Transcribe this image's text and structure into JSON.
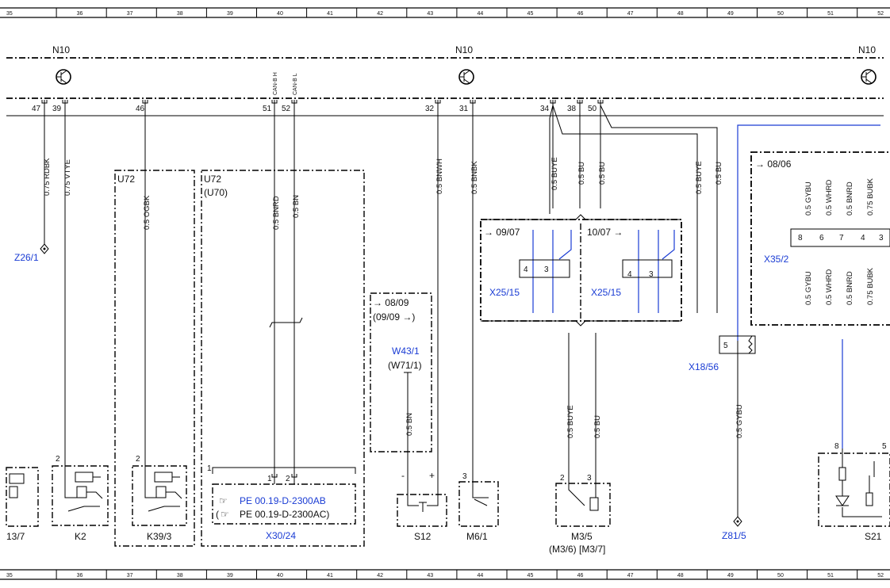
{
  "grid": {
    "columns": [
      "35",
      "36",
      "37",
      "38",
      "39",
      "40",
      "41",
      "42",
      "43",
      "44",
      "45",
      "46",
      "47",
      "48",
      "49",
      "50",
      "51",
      "52"
    ]
  },
  "n10": {
    "label": "N10"
  },
  "pins": {
    "p47": "47",
    "p39": "39",
    "p46": "46",
    "p51": "51",
    "p52": "52",
    "p32": "32",
    "p31": "31",
    "p34": "34",
    "p38": "38",
    "p50": "50",
    "can_h": "CAN-B H",
    "can_l": "CAN-B L"
  },
  "wires": {
    "rdbk": "0.75 RDBK",
    "vtye": "0.75 VTYE",
    "ogbk": "0.5 OGBK",
    "bnrd": "0.5 BNRD",
    "bn": "0.5 BN",
    "bnwh": "0.5 BNWH",
    "bnbk": "0.5 BNBK",
    "buye1": "0.5 BUYE",
    "bu1": "0.5 BU",
    "bu2": "0.5 BU",
    "buye2": "0.5 BUYE",
    "bu3": "0.5 BU",
    "gybu": "0.5 GYBU",
    "whrd": "0.5 WHRD",
    "bnrd2": "0.5 BNRD",
    "bubk": "0.75 BUBK",
    "gybu_b": "0.5 GYBU",
    "whrd_b": "0.5 WHRD",
    "bnrd_b": "0.5 BNRD",
    "bubk_b": "0.75 BUBK",
    "bn_w43": "0.5 BN",
    "buye_m3": "0.5 BUYE",
    "bu_m3": "0.5 BU",
    "gybu_z81": "0.5 GYBU"
  },
  "boxes": {
    "u72_a": "U72",
    "u72_b": "U72",
    "u70": "(U70)",
    "ref_0809": "→ 08/09",
    "ref_0909": "(09/09  →)",
    "ref_0907": "→ 09/07",
    "ref_1007": "10/07  →",
    "ref_0806": "→ 08/06"
  },
  "links": {
    "z26_1": "Z26/1",
    "x25_15_a": "X25/15",
    "x25_15_b": "X25/15",
    "w43_1": "W43/1",
    "x18_56": "X18/56",
    "x35_2": "X35/2",
    "x30_24": "X30/24",
    "z81_5": "Z81/5",
    "pe_ab": "PE 00.19-D-2300AB"
  },
  "labels": {
    "w71_1": "(W71/1)",
    "pe_ac": "PE 00.19-D-2300AC)",
    "pe_ac_open": "(",
    "l137": "13/7",
    "k2": "K2",
    "k39_3": "K39/3",
    "s12": "S12",
    "m6_1": "M6/1",
    "m3_5": "M3/5",
    "m3_6": "(M3/6) [M3/7]",
    "s21": "S21"
  },
  "terminals": {
    "k2_2": "2",
    "k39_2": "2",
    "box1": "1",
    "x30_1": "1",
    "x30_2": "2",
    "s12_minus": "-",
    "s12_plus": "+",
    "m6_3": "3",
    "m35_2": "2",
    "m35_3": "3",
    "x25a_4": "4",
    "x25a_3": "3",
    "x25b_4": "4",
    "x25b_3": "3",
    "x18_5": "5",
    "x35_8": "8",
    "x35_6": "6",
    "x35_7": "7",
    "x35_4": "4",
    "x35_3": "3",
    "s21_8": "8",
    "s21_5": "5"
  }
}
